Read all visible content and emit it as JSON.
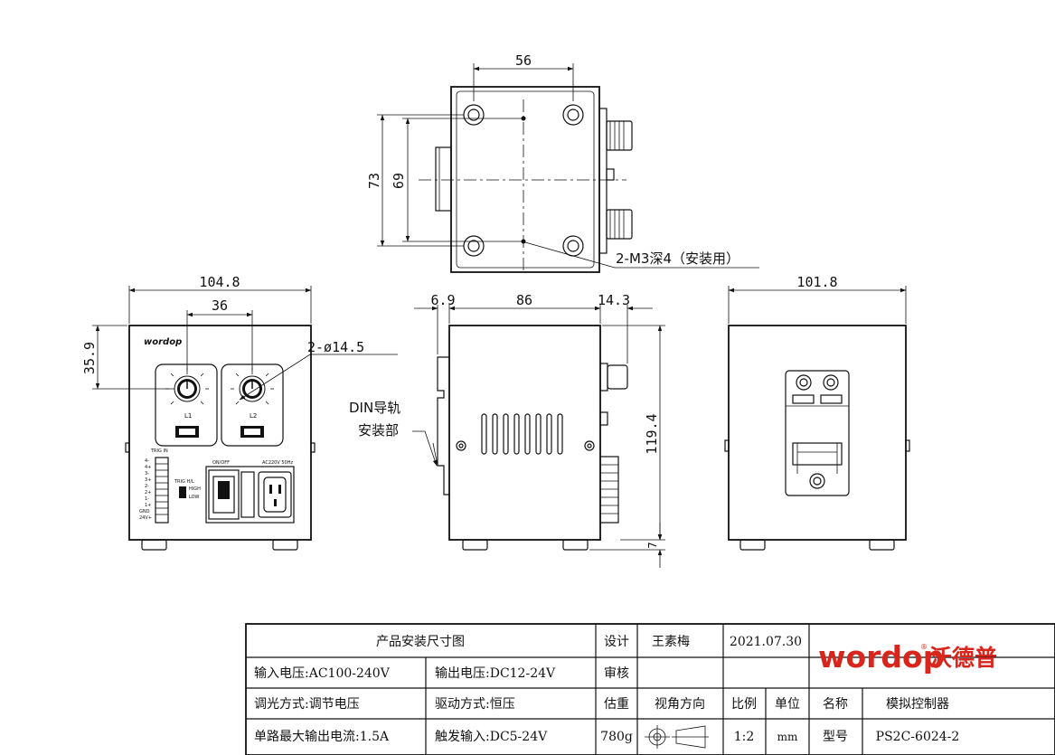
{
  "dimensions": {
    "top_width": "56",
    "top_height_outer": "73",
    "top_height_inner": "69",
    "mount_hole_note": "2-M3深4（安装用）",
    "front_width": "104.8",
    "knob_spacing": "36",
    "knob_height": "35.9",
    "knob_diameter": "2-ø14.5",
    "side_left_offset": "6.9",
    "side_width": "86",
    "side_right_offset": "14.3",
    "side_height": "119.4",
    "foot_height": "7",
    "back_width": "101.8"
  },
  "annotations": {
    "din_rail_line1": "DIN导轨",
    "din_rail_line2": "安装部"
  },
  "panel": {
    "brand": "wordop",
    "knob1_label": "L1",
    "knob2_label": "L2",
    "trig_in": "TRIG IN",
    "terminals": [
      "4-",
      "4+",
      "3-",
      "3+",
      "2-",
      "2+",
      "1-",
      "1+",
      "GND",
      "24V+"
    ],
    "trig_hl": "TRIG H/L",
    "high": "HIGH",
    "low": "LOW",
    "on_off": "ON/OFF",
    "ac_input": "AC220V 50Hz"
  },
  "title_block": {
    "title": "产品安装尺寸图",
    "design_label": "设计",
    "designer": "王素梅",
    "date": "2021.07.30",
    "review_label": "审核",
    "input_voltage": "输入电压:AC100-240V",
    "output_voltage": "输出电压:DC12-24V",
    "dimming_method": "调光方式:调节电压",
    "drive_method": "驱动方式:恒压",
    "weight_label": "估重",
    "view_direction": "视角方向",
    "scale_label": "比例",
    "unit_label": "单位",
    "name_label": "名称",
    "product_name": "模拟控制器",
    "max_current": "单路最大输出电流:1.5A",
    "trigger_input": "触发输入:DC5-24V",
    "weight": "780g",
    "scale": "1:2",
    "unit": "mm",
    "model_label": "型号",
    "model": "PS2C-6024-2",
    "brand_logo": "wordop",
    "brand_cn": "沃德普",
    "logo_mark": "®"
  },
  "colors": {
    "line": "#111111",
    "brand_red": "#d9261c"
  }
}
